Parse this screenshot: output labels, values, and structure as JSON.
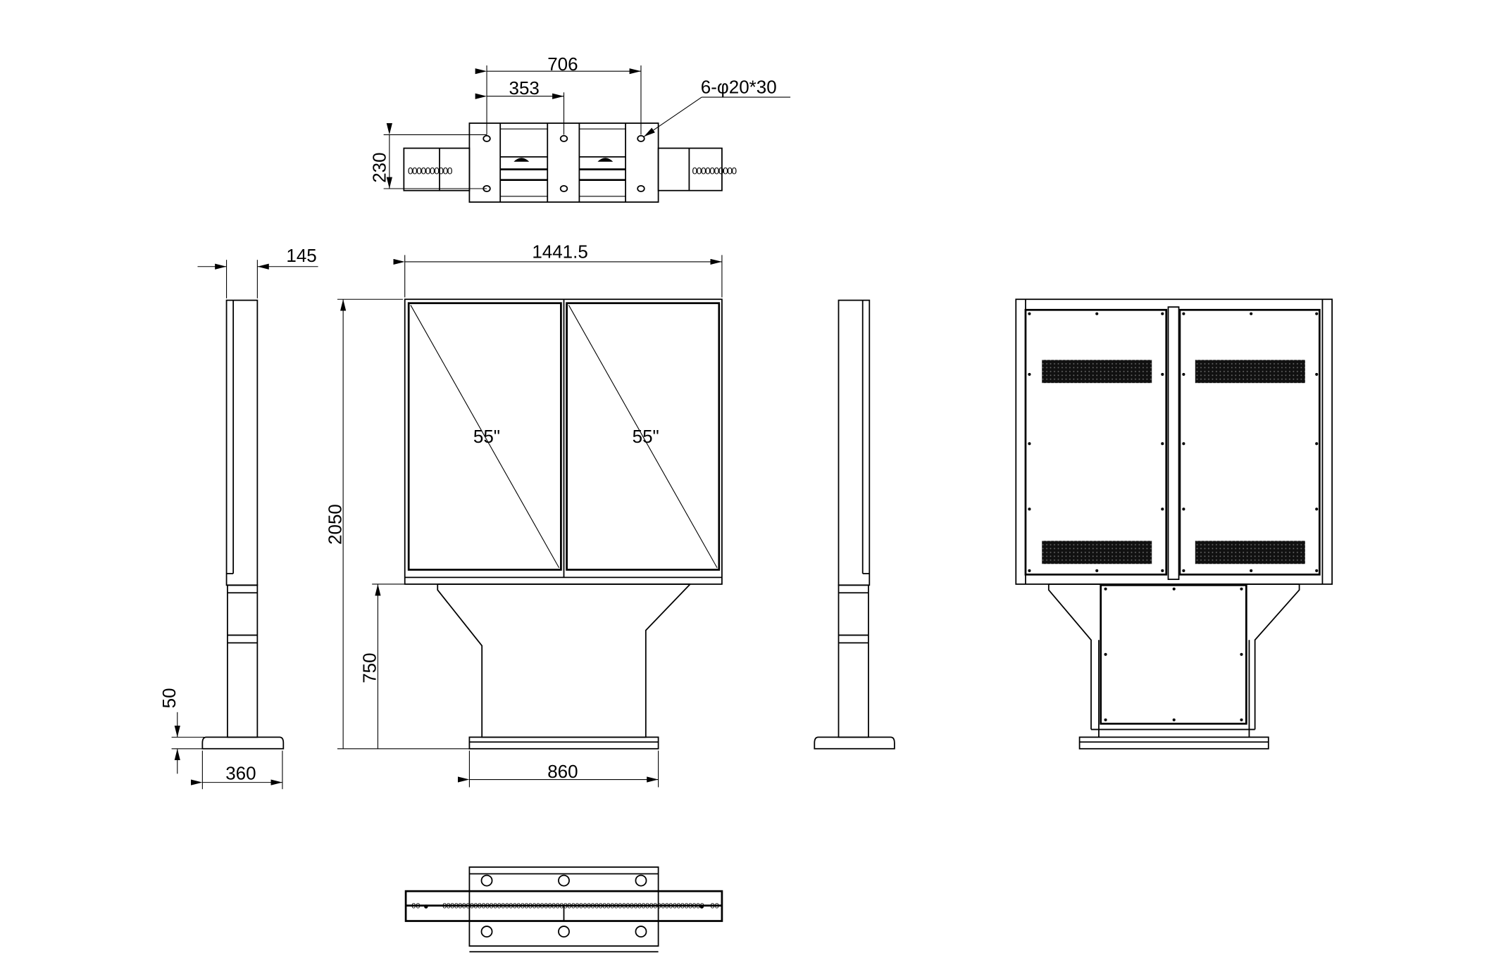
{
  "drawing": {
    "type": "technical-dimension-drawing",
    "subject": "double-sided floor standing digital signage kiosk",
    "top_view": {
      "dims": {
        "span_full": "706",
        "span_half": "353",
        "depth": "230"
      },
      "hole_callout": "6-φ20*30"
    },
    "side_view_left": {
      "dims": {
        "thickness": "145",
        "base_height": "50",
        "base_depth": "360"
      }
    },
    "front_view": {
      "dims": {
        "width": "1441.5",
        "total_height": "2050",
        "stand_height": "750",
        "base_width": "860"
      },
      "screens": [
        {
          "label": "55\""
        },
        {
          "label": "55\""
        }
      ]
    },
    "side_view_right": {},
    "rear_view": {},
    "bottom_view": {}
  },
  "colors": {
    "line": "#000000",
    "background": "#ffffff"
  }
}
